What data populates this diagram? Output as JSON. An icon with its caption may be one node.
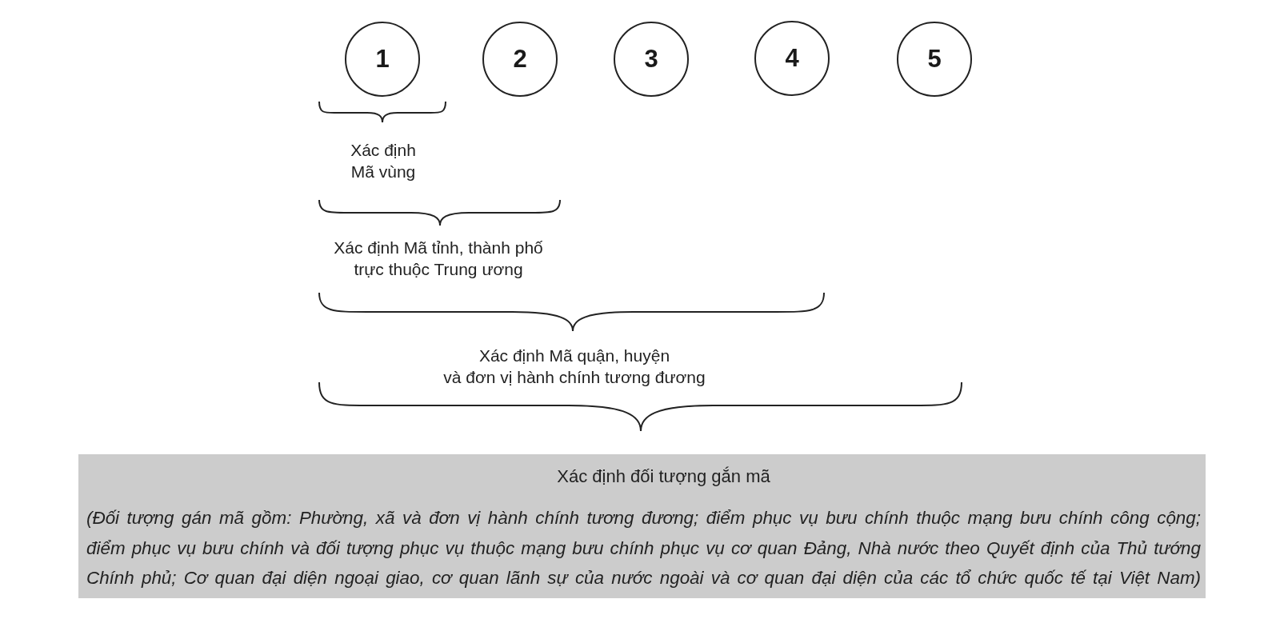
{
  "diagram": {
    "nodes": [
      {
        "text": [
          "1"
        ]
      },
      {
        "text": [
          "2"
        ]
      },
      {
        "text": [
          "3"
        ]
      },
      {
        "text": [
          "4"
        ]
      },
      {
        "text": [
          "5"
        ]
      },
      {
        "text": [
          "Xác định đối tượng gắn mã",
          "(Đối tượng gán mã gồm: Phường, xã và đơn vị hành chính tương đương; điểm phục vụ bưu chính thuộc mạng bưu chính công cộng; điểm phục vụ bưu chính và đối tượng phục vụ thuộc mạng bưu chính phục vụ cơ quan Đảng, Nhà nước theo Quyết định của Thủ tướng Chính phủ; Cơ quan đại diện ngoại giao, cơ quan lãnh sự của nước ngoài và cơ quan đại diện của các tổ chức quốc tế tại Việt Nam)"
        ]
      }
    ],
    "labels": [
      "Xác định Mã vùng",
      "Xác định Mã tỉnh, thành phố trực thuộc Trung ương",
      "Xác định Mã quận, huyện và đơn vị hành chính tương đương"
    ]
  }
}
